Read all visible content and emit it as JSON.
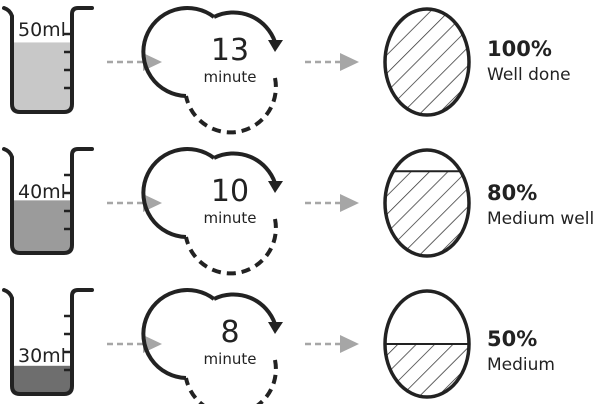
{
  "rows": [
    {
      "volume": "50ml",
      "liquid_fill": 0.74,
      "liquid_color": "#c8c8c8",
      "time": "13",
      "unit": "minute",
      "doneness_fill": 1.0,
      "percent": "100%",
      "label": "Well done"
    },
    {
      "volume": "40ml",
      "liquid_fill": 0.56,
      "liquid_color": "#9b9b9b",
      "time": "10",
      "unit": "minute",
      "doneness_fill": 0.8,
      "percent": "80%",
      "label": "Medium well"
    },
    {
      "volume": "30ml",
      "liquid_fill": 0.3,
      "liquid_color": "#6e6e6e",
      "time": "8",
      "unit": "minute",
      "doneness_fill": 0.5,
      "percent": "50%",
      "label": "Medium"
    }
  ],
  "colors": {
    "stroke": "#222222",
    "arrow": "#a6a6a6",
    "hatch": "#333333"
  }
}
